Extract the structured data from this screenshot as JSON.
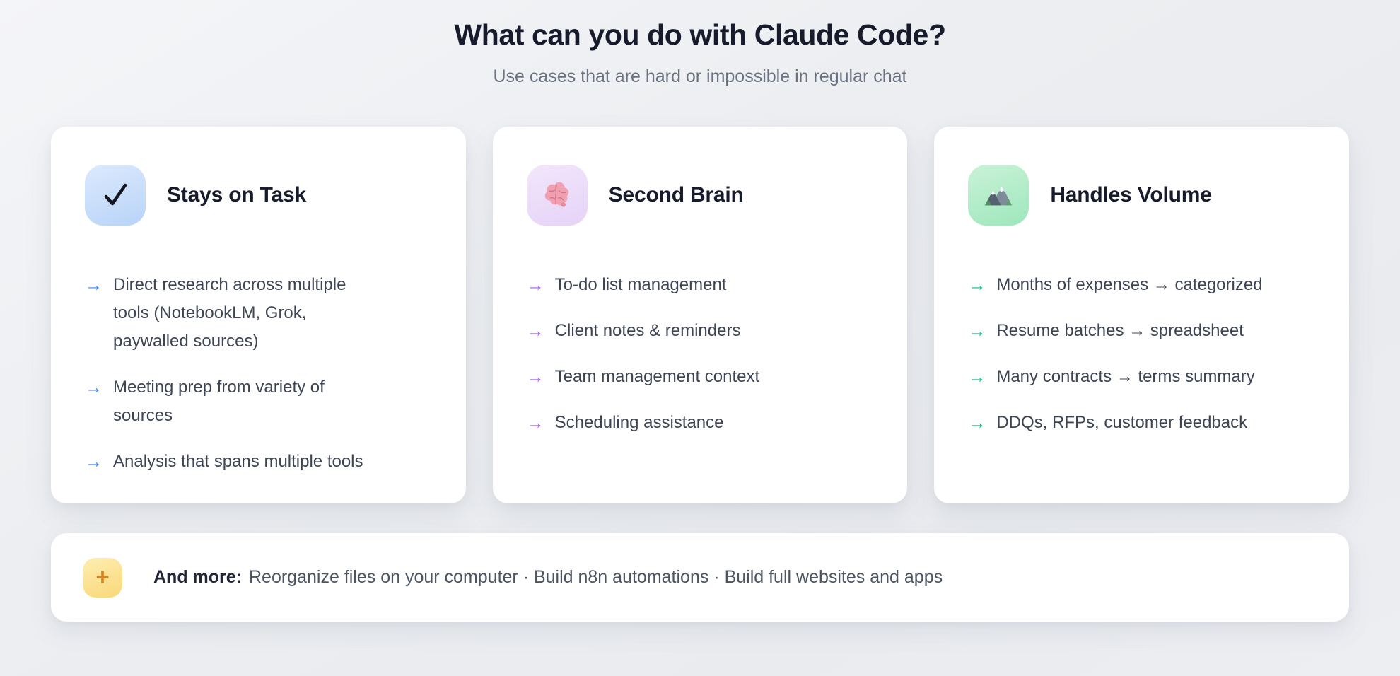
{
  "page": {
    "title": "What can you do with Claude Code?",
    "subtitle": "Use cases that are hard or impossible in regular chat"
  },
  "glyphs": {
    "bullet_arrow": "→",
    "plus": "+"
  },
  "colors": {
    "background": "#eceef1",
    "card_background": "#ffffff",
    "title_text": "#171b2c",
    "body_text": "#3d4555",
    "muted_text": "#6b7280",
    "blue_accent": "#3b82f6",
    "purple_accent": "#a855f7",
    "green_accent": "#10b981",
    "plus_accent": "#d9821f",
    "tile_blue": "#b8d3f8",
    "tile_purple": "#e6d3f8",
    "tile_green": "#9de7bc",
    "tile_yellow": "#f9d878"
  },
  "cards": [
    {
      "title": "Stays on Task",
      "icon": "checkmark-icon",
      "accent": "#3b82f6",
      "items": [
        "Direct research across multiple tools (NotebookLM, Grok, paywalled sources)",
        "Meeting prep from variety of sources",
        "Analysis that spans multiple tools"
      ]
    },
    {
      "title": "Second Brain",
      "icon": "brain-icon",
      "accent": "#a855f7",
      "items": [
        "To-do list management",
        "Client notes & reminders",
        "Team management context",
        "Scheduling assistance"
      ]
    },
    {
      "title": "Handles Volume",
      "icon": "mountain-icon",
      "accent": "#10b981",
      "items": [
        "Months of expenses → categorized",
        "Resume batches → spreadsheet",
        "Many contracts → terms summary",
        "DDQs, RFPs, customer feedback"
      ]
    }
  ],
  "footer": {
    "label": "And more:",
    "text": "Reorganize files on your computer · Build n8n automations · Build full websites and apps",
    "icon": "plus-icon"
  }
}
